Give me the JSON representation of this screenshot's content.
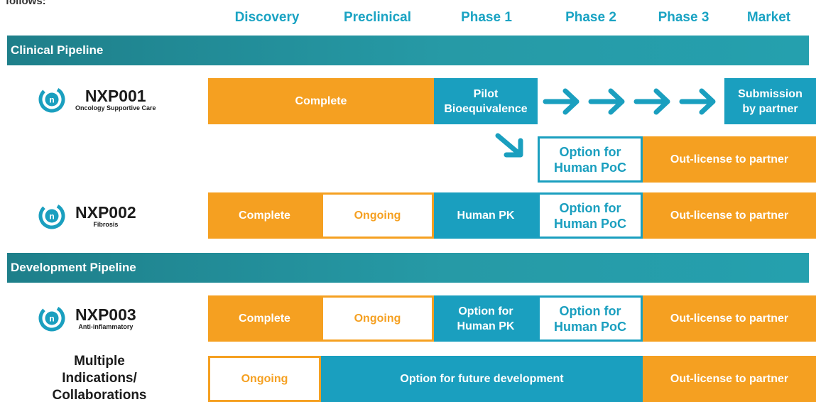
{
  "cut_text": "follows:",
  "stages": [
    "Discovery",
    "Preclinical",
    "Phase 1",
    "Phase 2",
    "Phase 3",
    "Market"
  ],
  "sections": {
    "clinical": "Clinical Pipeline",
    "development": "Development Pipeline"
  },
  "products": {
    "nxp001": {
      "code": "NXP001",
      "indication": "Oncology Supportive Care"
    },
    "nxp002": {
      "code": "NXP002",
      "indication": "Fibrosis"
    },
    "nxp003": {
      "code": "NXP003",
      "indication": "Anti-inflammatory"
    },
    "multi": {
      "line1": "Multiple",
      "line2": "Indications/",
      "line3": "Collaborations"
    }
  },
  "cells": {
    "complete": "Complete",
    "ongoing": "Ongoing",
    "pilot_l1": "Pilot",
    "pilot_l2": "Bioequivalence",
    "submission_l1": "Submission",
    "submission_l2": "by partner",
    "option_poc_l1": "Option for",
    "option_poc_l2": "Human PoC",
    "outlicense": "Out-license to partner",
    "human_pk": "Human PK",
    "option_pk_l1": "Option for",
    "option_pk_l2": "Human PK",
    "future_dev": "Option for future development"
  },
  "colors": {
    "orange": "#f5a021",
    "teal": "#1a9fbf",
    "band": "#1e7f8a",
    "logo": "#1a9fbf"
  },
  "icons": {
    "logo": "nuvectra-n-logo-icon",
    "arrow": "arrow-right-icon",
    "diag_arrow": "arrow-down-right-icon"
  }
}
